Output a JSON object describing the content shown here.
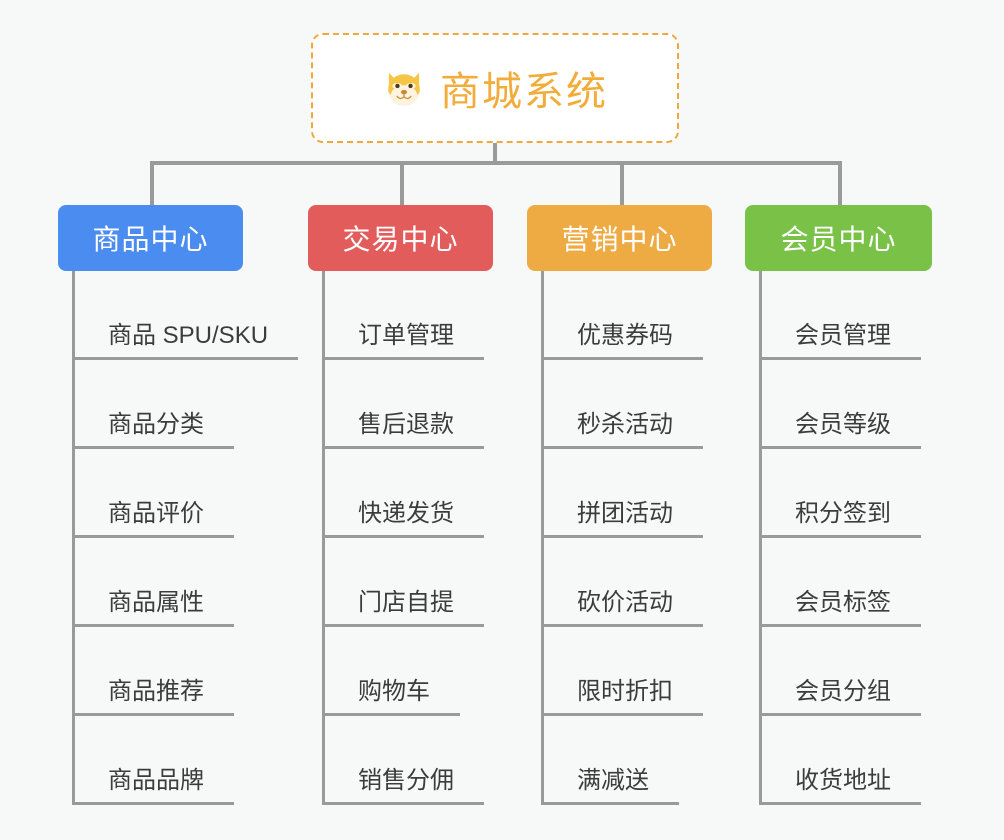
{
  "diagram": {
    "type": "org-chart",
    "background_color": "#f7f8f8",
    "connector_color": "#9a9a9a",
    "root": {
      "title": "商城系统",
      "icon": "shiba-dog-face-emoji",
      "text_color": "#f2ac3a",
      "border_color": "#f0a83c",
      "border_style": "dashed",
      "background_color": "#ffffff"
    },
    "branches": [
      {
        "label": "商品中心",
        "color": "#4a8cf0",
        "items": [
          "商品 SPU/SKU",
          "商品分类",
          "商品评价",
          "商品属性",
          "商品推荐",
          "商品品牌"
        ]
      },
      {
        "label": "交易中心",
        "color": "#e35c5c",
        "items": [
          "订单管理",
          "售后退款",
          "快递发货",
          "门店自提",
          "购物车",
          "销售分佣"
        ]
      },
      {
        "label": "营销中心",
        "color": "#eeab43",
        "items": [
          "优惠券码",
          "秒杀活动",
          "拼团活动",
          "砍价活动",
          "限时折扣",
          "满减送"
        ]
      },
      {
        "label": "会员中心",
        "color": "#79c247",
        "items": [
          "会员管理",
          "会员等级",
          "积分签到",
          "会员标签",
          "会员分组",
          "收货地址"
        ]
      }
    ]
  }
}
